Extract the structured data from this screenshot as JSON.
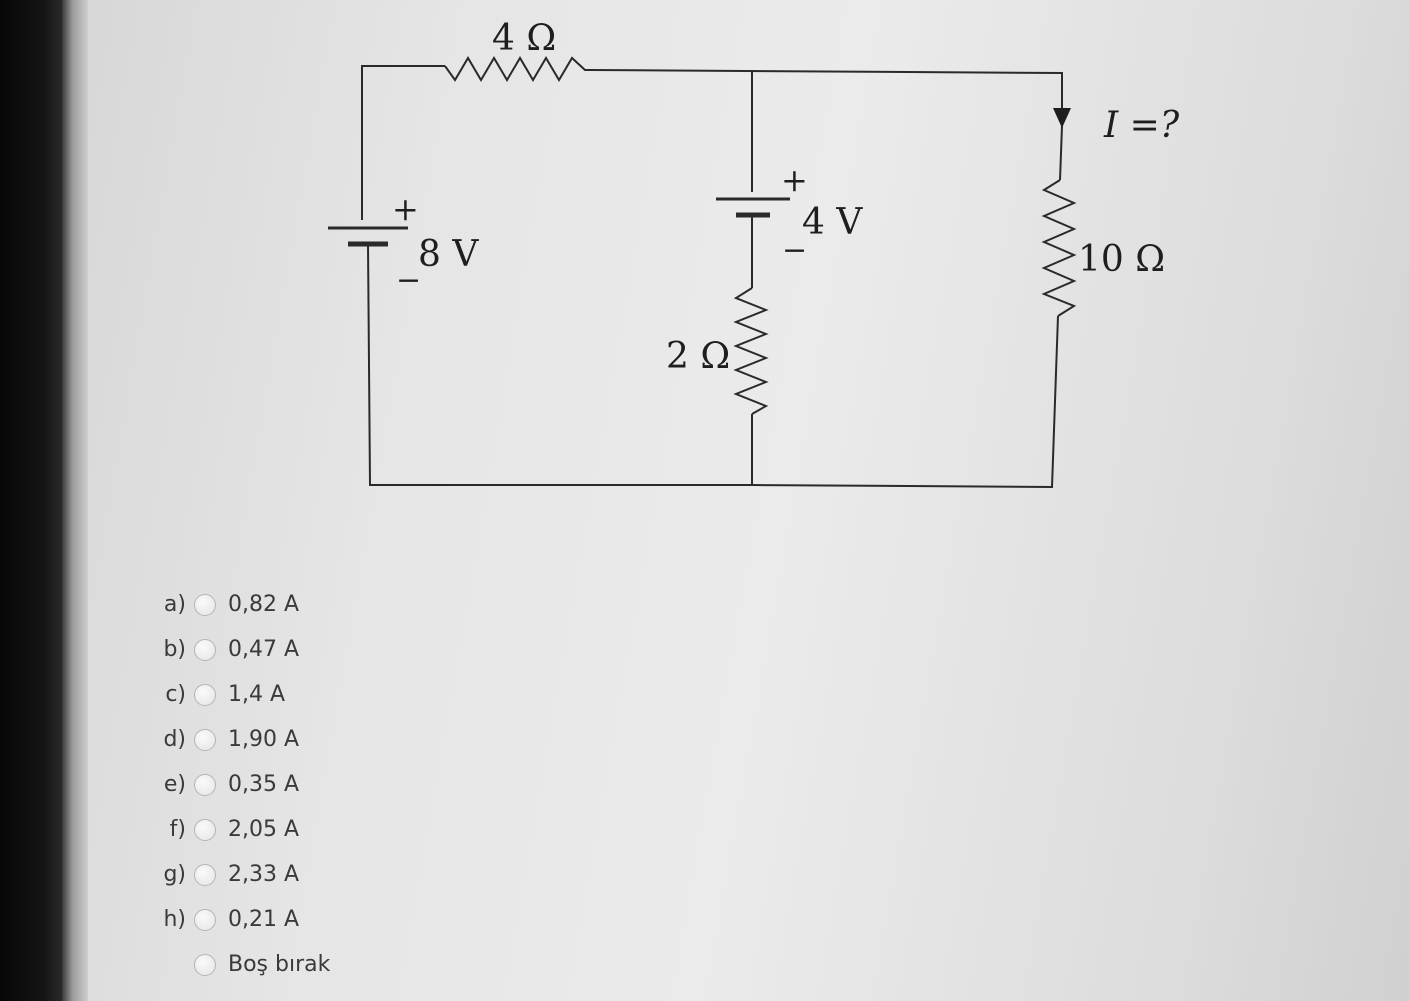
{
  "circuit": {
    "resistor_top": "4 Ω",
    "resistor_middle": "2 Ω",
    "resistor_right": "10 Ω",
    "source_left": "8 V",
    "source_middle": "4 V",
    "current_label": "I =?",
    "plus_sign": "+",
    "minus_sign": "−"
  },
  "options": [
    {
      "letter": "a)",
      "value": "0,82 A"
    },
    {
      "letter": "b)",
      "value": "0,47 A"
    },
    {
      "letter": "c)",
      "value": "1,4 A"
    },
    {
      "letter": "d)",
      "value": "1,90 A"
    },
    {
      "letter": "e)",
      "value": "0,35 A"
    },
    {
      "letter": "f)",
      "value": "2,05 A"
    },
    {
      "letter": "g)",
      "value": "2,33 A"
    },
    {
      "letter": "h)",
      "value": "0,21 A"
    },
    {
      "letter": "",
      "value": "Boş bırak"
    }
  ]
}
